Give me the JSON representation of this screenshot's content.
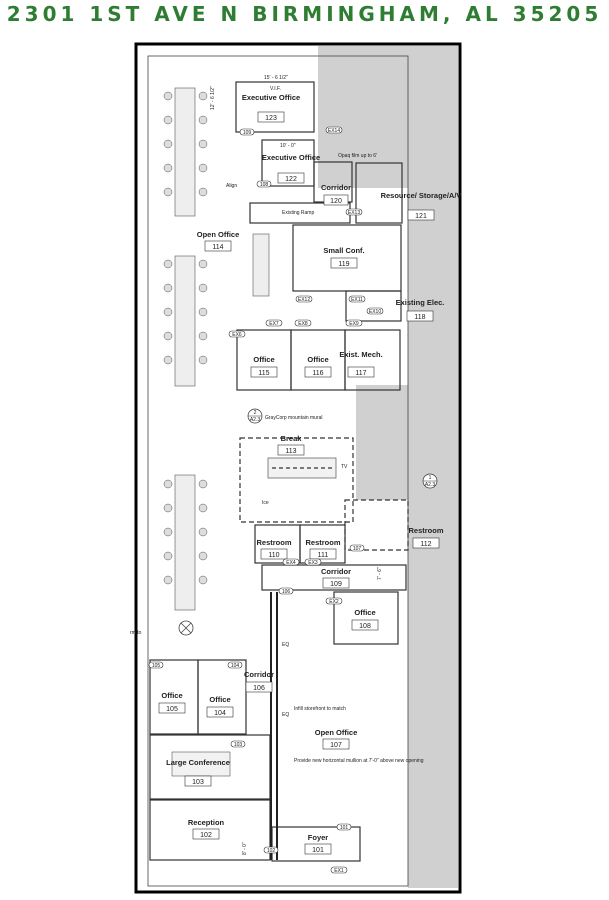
{
  "header": {
    "address": "2301 1ST AVE N BIRMINGHAM, AL 35205"
  },
  "rooms": [
    {
      "name": "Executive Office",
      "number": "123"
    },
    {
      "name": "Executive Office",
      "number": "122"
    },
    {
      "name": "Corridor",
      "number": "120"
    },
    {
      "name": "Resource/ Storage/A/V",
      "number": "121"
    },
    {
      "name": "Open Office",
      "number": "114"
    },
    {
      "name": "Small Conf.",
      "number": "119"
    },
    {
      "name": "Existing Elec.",
      "number": "118"
    },
    {
      "name": "Office",
      "number": "115"
    },
    {
      "name": "Office",
      "number": "116"
    },
    {
      "name": "Exist. Mech.",
      "number": "117"
    },
    {
      "name": "Break",
      "number": "113"
    },
    {
      "name": "Restroom",
      "number": "112"
    },
    {
      "name": "Restroom",
      "number": "110"
    },
    {
      "name": "Restroom",
      "number": "111"
    },
    {
      "name": "Corridor",
      "number": "109"
    },
    {
      "name": "Office",
      "number": "108"
    },
    {
      "name": "Office",
      "number": "105"
    },
    {
      "name": "Office",
      "number": "104"
    },
    {
      "name": "Corridor",
      "number": "106"
    },
    {
      "name": "Open Office",
      "number": "107"
    },
    {
      "name": "Large Conference",
      "number": "103"
    },
    {
      "name": "Reception",
      "number": "102"
    },
    {
      "name": "Foyer",
      "number": "101"
    }
  ],
  "door_tags": [
    "109",
    "108",
    "EX14",
    "EX13",
    "EX12",
    "EX11",
    "EX10",
    "EX9",
    "EX8",
    "EX7",
    "EX6",
    "107",
    "EX4",
    "EX3",
    "EX2",
    "106",
    "105",
    "104",
    "103",
    "102",
    "101",
    "EX1"
  ],
  "notes": {
    "dim_top": "15' - 6 1/2\"",
    "dim_side": "12' - 6 1/2\"",
    "vif": "V.I.F.",
    "dim_exec": "10' - 0\"",
    "opaque_film": "Opaq film up to 6'",
    "align": "Align",
    "existing_ramp": "Existing Ramp",
    "mural": "GrayCorp mountain mural",
    "tv": "TV",
    "ice": "Ice",
    "eq": "EQ",
    "storefront": "Infill storefront to match",
    "mullion": "Provide new horizontal mullion at 7'-0\" above new opening",
    "dim_foyer": "8' - 0\"",
    "dim_rest": "7' - 6\"",
    "sheet_a23": "A2.3",
    "callout_1": "1",
    "callout_2": "2",
    "rm_to": "rm to"
  }
}
